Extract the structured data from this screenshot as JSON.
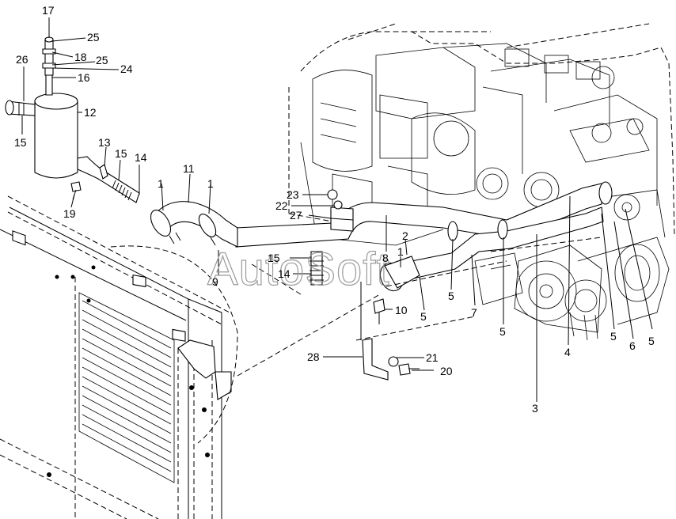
{
  "watermark": "AutoSoft",
  "callouts": [
    {
      "id": "c17",
      "text": "17"
    },
    {
      "id": "c25a",
      "text": "25"
    },
    {
      "id": "c26",
      "text": "26"
    },
    {
      "id": "c18",
      "text": "18"
    },
    {
      "id": "c25b",
      "text": "25"
    },
    {
      "id": "c24",
      "text": "24"
    },
    {
      "id": "c16",
      "text": "16"
    },
    {
      "id": "c12",
      "text": "12"
    },
    {
      "id": "c15a",
      "text": "15"
    },
    {
      "id": "c13",
      "text": "13"
    },
    {
      "id": "c15b",
      "text": "15"
    },
    {
      "id": "c14a",
      "text": "14"
    },
    {
      "id": "c19",
      "text": "19"
    },
    {
      "id": "c1a",
      "text": "1"
    },
    {
      "id": "c11",
      "text": "11"
    },
    {
      "id": "c1b",
      "text": "1"
    },
    {
      "id": "c23",
      "text": "23"
    },
    {
      "id": "c22",
      "text": "22"
    },
    {
      "id": "c27",
      "text": "27"
    },
    {
      "id": "c2",
      "text": "2"
    },
    {
      "id": "c15c",
      "text": "15"
    },
    {
      "id": "c8",
      "text": "8"
    },
    {
      "id": "c1c",
      "text": "1"
    },
    {
      "id": "c9",
      "text": "9"
    },
    {
      "id": "c14b",
      "text": "14"
    },
    {
      "id": "c10",
      "text": "10"
    },
    {
      "id": "c5a",
      "text": "5"
    },
    {
      "id": "c5b",
      "text": "5"
    },
    {
      "id": "c7",
      "text": "7"
    },
    {
      "id": "c5c",
      "text": "5"
    },
    {
      "id": "c3",
      "text": "3"
    },
    {
      "id": "c4",
      "text": "4"
    },
    {
      "id": "c5d",
      "text": "5"
    },
    {
      "id": "c6",
      "text": "6"
    },
    {
      "id": "c5e",
      "text": "5"
    },
    {
      "id": "c28",
      "text": "28"
    },
    {
      "id": "c21",
      "text": "21"
    },
    {
      "id": "c20",
      "text": "20"
    }
  ]
}
